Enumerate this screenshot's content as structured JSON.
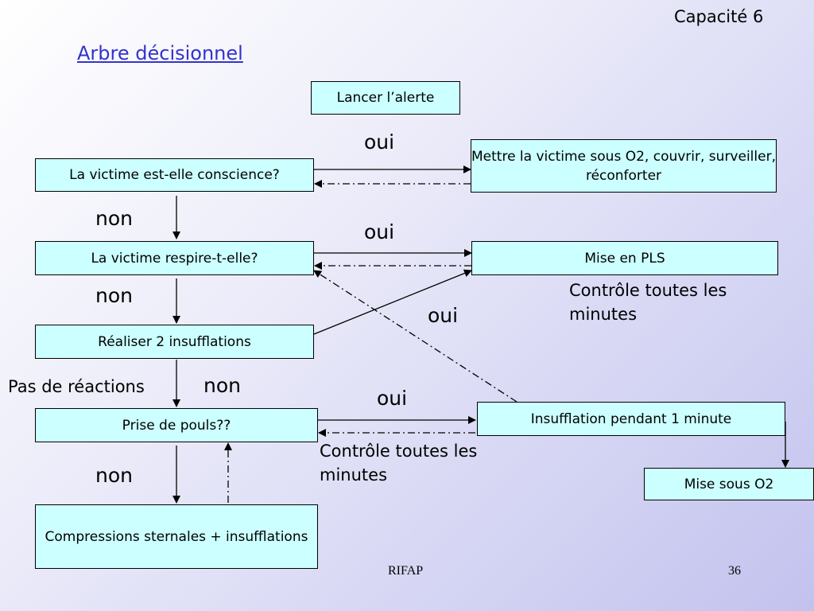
{
  "slide": {
    "corner_title": "Capacité 6",
    "title": "Arbre décisionnel",
    "footer_center": "RIFAP",
    "page_number": "36"
  },
  "boxes": {
    "alerte": "Lancer l’alerte",
    "conscience": "La victime est-elle conscience?",
    "o2_couvrir": "Mettre la victime sous O2, couvrir, surveiller, réconforter",
    "respire": "La victime respire-t-elle?",
    "pls": "Mise en PLS",
    "insufflations2": "Réaliser 2 insufflations",
    "pouls": "Prise de pouls??",
    "insuff_minute": "Insufflation pendant 1 minute",
    "mise_o2": "Mise sous O2",
    "compressions": "Compressions sternales + insufflations"
  },
  "labels": {
    "oui1": "oui",
    "oui2": "oui",
    "oui3": "oui",
    "oui4": "oui",
    "non1": "non",
    "non2": "non",
    "non3": "non",
    "non4": "non",
    "pas_reactions": "Pas de réactions",
    "controle1": "Contrôle toutes les minutes",
    "controle2": "Contrôle toutes les minutes"
  }
}
